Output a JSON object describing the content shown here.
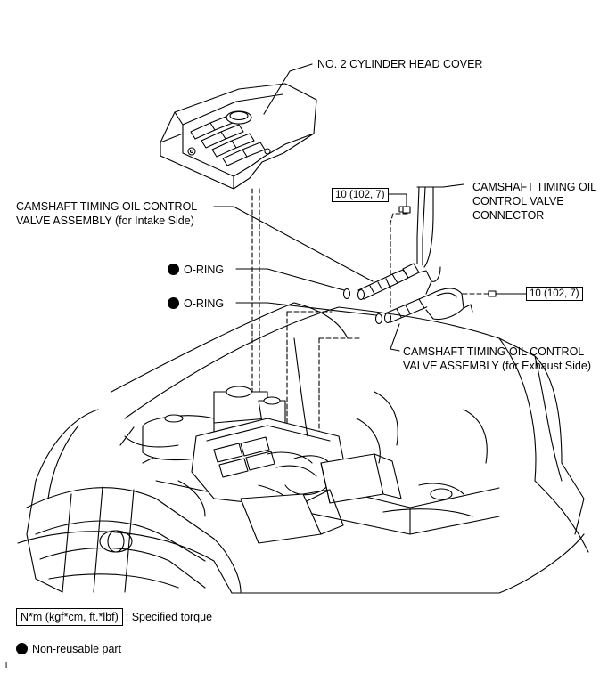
{
  "labels": {
    "head_cover": "NO. 2 CYLINDER HEAD COVER",
    "intake_line1": "CAMSHAFT TIMING OIL CONTROL",
    "intake_line2": "VALVE ASSEMBLY (for Intake Side)",
    "connector_line1": "CAMSHAFT TIMING OIL",
    "connector_line2": "CONTROL VALVE",
    "connector_line3": "CONNECTOR",
    "oring_1": "O-RING",
    "oring_2": "O-RING",
    "exhaust_line1": "CAMSHAFT TIMING OIL CONTROL",
    "exhaust_line2": "VALVE ASSEMBLY (for Exhaust Side)"
  },
  "torque": {
    "intake_bolt": "10 (102, 7)",
    "exhaust_bolt": "10 (102, 7)"
  },
  "legend": {
    "torque_box": "N*m (kgf*cm, ft.*lbf)",
    "torque_text": ": Specified torque",
    "nonreusable_text": "Non-reusable part"
  },
  "corner_mark": "T"
}
